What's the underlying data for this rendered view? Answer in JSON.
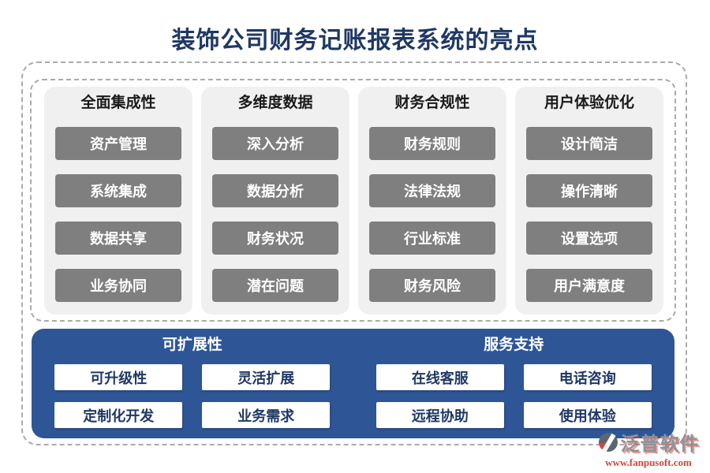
{
  "title": "装饰公司财务记账报表系统的亮点",
  "columns": [
    {
      "header": "全面集成性",
      "items": [
        "资产管理",
        "系统集成",
        "数据共享",
        "业务协同"
      ]
    },
    {
      "header": "多维度数据",
      "items": [
        "深入分析",
        "数据分析",
        "财务状况",
        "潜在问题"
      ]
    },
    {
      "header": "财务合规性",
      "items": [
        "财务规则",
        "法律法规",
        "行业标准",
        "财务风险"
      ]
    },
    {
      "header": "用户体验优化",
      "items": [
        "设计简洁",
        "操作清晰",
        "设置选项",
        "用户满意度"
      ]
    }
  ],
  "bottom_sections": [
    {
      "header": "可扩展性",
      "items": [
        "可升级性",
        "灵活扩展",
        "定制化开发",
        "业务需求"
      ]
    },
    {
      "header": "服务支持",
      "items": [
        "在线客服",
        "电话咨询",
        "远程协助",
        "使用体验"
      ]
    }
  ],
  "footer": {
    "brand": "泛普软件",
    "website": "www.fanpusoft.com"
  },
  "colors": {
    "panel_blue": "#2e5696",
    "title_navy": "#1f3864",
    "button_gray": "#7f7f7f",
    "card_gray": "#f0f0f0",
    "dash_gray": "#aaaaaa",
    "brand_red": "#d6453a",
    "brand_gray": "#8d9299"
  }
}
